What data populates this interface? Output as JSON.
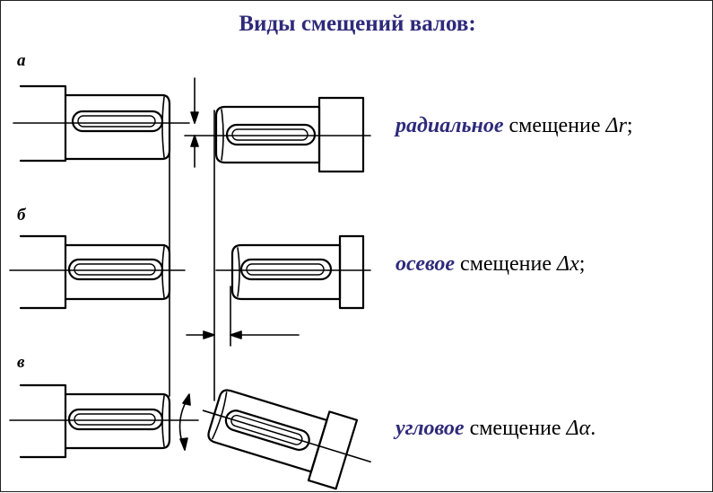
{
  "title": "Виды смещений валов:",
  "colors": {
    "title": "#2e2a7a",
    "emphasis": "#2e2a7a",
    "ink": "#000000"
  },
  "rows": [
    {
      "label": "а",
      "kind": "радиальное",
      "word": "смещение",
      "symbol": "Δr",
      "tail": ";"
    },
    {
      "label": "б",
      "kind": "осевое",
      "word": "смещение",
      "symbol": "Δx",
      "tail": ";"
    },
    {
      "label": "в",
      "kind": "угловое",
      "word": "смещение",
      "symbol": "Δα",
      "tail": "."
    }
  ]
}
